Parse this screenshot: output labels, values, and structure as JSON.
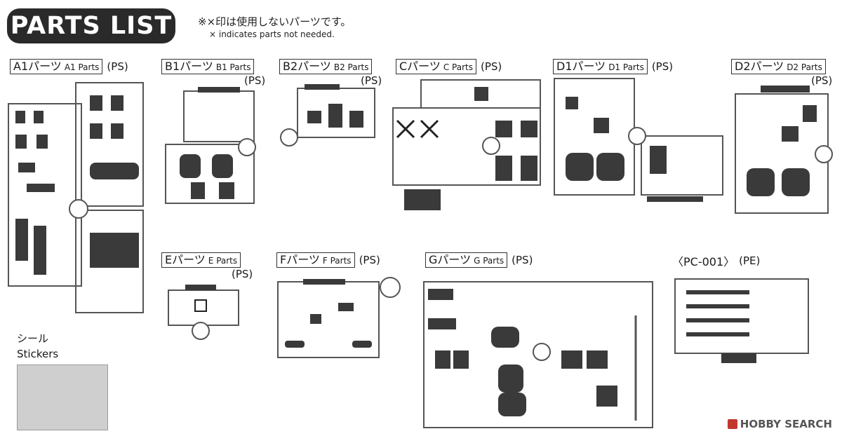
{
  "header": {
    "title": "PARTS LIST",
    "note_jp": "※×印は使用しないパーツです。",
    "note_en": "× indicates parts not needed."
  },
  "parts": [
    {
      "id": "A1",
      "jp": "A1パーツ",
      "en": "A1 Parts",
      "material": "(PS)"
    },
    {
      "id": "B1",
      "jp": "B1パーツ",
      "en": "B1 Parts",
      "material": "(PS)"
    },
    {
      "id": "B2",
      "jp": "B2パーツ",
      "en": "B2 Parts",
      "material": "(PS)"
    },
    {
      "id": "C",
      "jp": "Cパーツ",
      "en": "C Parts",
      "material": "(PS)"
    },
    {
      "id": "D1",
      "jp": "D1パーツ",
      "en": "D1 Parts",
      "material": "(PS)"
    },
    {
      "id": "D2",
      "jp": "D2パーツ",
      "en": "D2 Parts",
      "material": "(PS)"
    },
    {
      "id": "E",
      "jp": "Eパーツ",
      "en": "E Parts",
      "material": "(PS)"
    },
    {
      "id": "F",
      "jp": "Fパーツ",
      "en": "F Parts",
      "material": "(PS)"
    },
    {
      "id": "G",
      "jp": "Gパーツ",
      "en": "G Parts",
      "material": "(PS)"
    }
  ],
  "pc": {
    "label": "〈PC-001〉",
    "material": "(PE)"
  },
  "stickers": {
    "jp": "シール",
    "en": "Stickers"
  },
  "watermark": {
    "text": "HOBBY SEARCH"
  },
  "colors": {
    "ink": "#1a1a1a",
    "runner": "#555555",
    "part": "#3a3a3a",
    "badge": "#2a2a2a"
  }
}
